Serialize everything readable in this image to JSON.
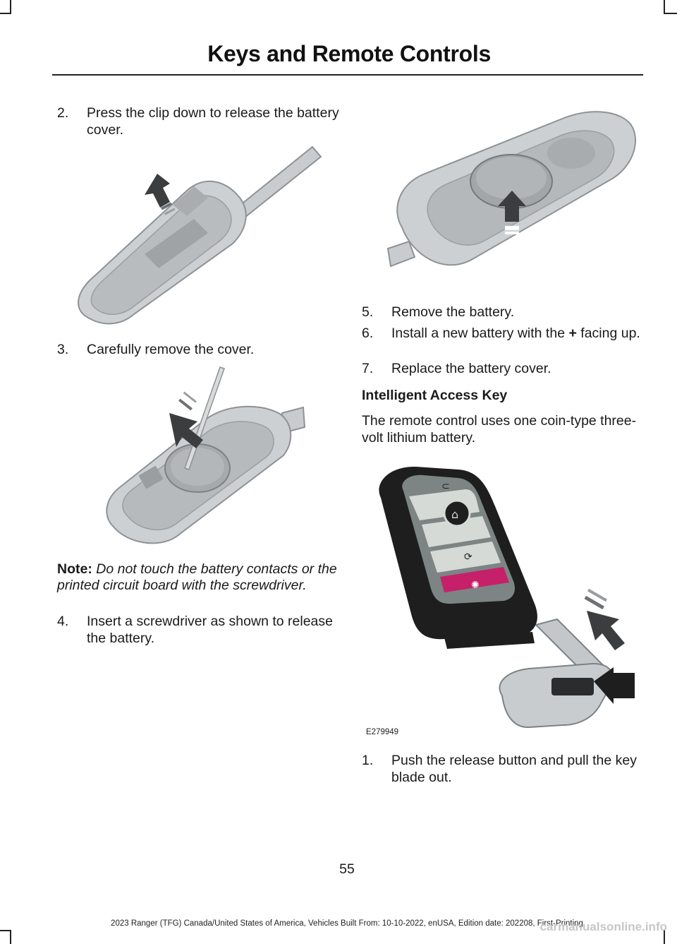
{
  "header": {
    "title": "Keys and Remote Controls"
  },
  "left_column": {
    "step2": {
      "number": "2.",
      "text": "Press the clip down to release the battery cover."
    },
    "step3": {
      "number": "3.",
      "text": "Carefully remove the cover."
    },
    "note": {
      "label": "Note:",
      "text": "Do not touch the battery contacts or the printed circuit board with the screwdriver."
    },
    "step4": {
      "number": "4.",
      "text": "Insert a screwdriver as shown to release the battery."
    }
  },
  "right_column": {
    "step5": {
      "number": "5.",
      "text": "Remove the battery."
    },
    "step6": {
      "number": "6.",
      "text_before": "Install a new battery with the ",
      "symbol": "+",
      "text_after": " facing up."
    },
    "step7": {
      "number": "7.",
      "text": "Replace the battery cover."
    },
    "heading": "Intelligent Access Key",
    "paragraph": "The remote control uses one coin-type three-volt lithium battery.",
    "figure_label": "E279949",
    "step1": {
      "number": "1.",
      "text": "Push the release button and pull the key blade out."
    }
  },
  "footer": {
    "page_number": "55",
    "text": "2023 Ranger (TFG) Canada/United States of America, Vehicles Built From: 10-10-2022, enUSA, Edition date: 202208, First-Printing",
    "watermark": "carmanualsonline.info"
  },
  "colors": {
    "key_body": "#c9ccce",
    "key_shadow": "#8e9294",
    "arrow": "#3b3d3f",
    "fob_black": "#1e1e1e",
    "fob_button": "#d6dad6",
    "panic_red": "#c6206a"
  }
}
